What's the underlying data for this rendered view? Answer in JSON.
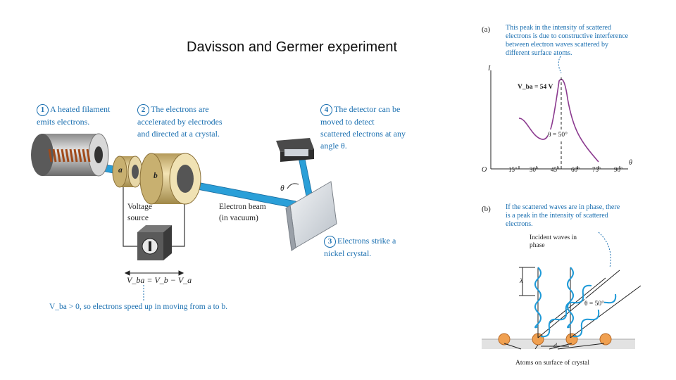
{
  "title": "Davisson and Germer experiment",
  "apparatus": {
    "step1": {
      "num": "1",
      "text": "A heated filament emits electrons."
    },
    "step2": {
      "num": "2",
      "text": "The electrons are accelerated by electrodes and directed at a crystal."
    },
    "step3": {
      "num": "3",
      "text": "Electrons strike a nickel crystal."
    },
    "step4": {
      "num": "4",
      "text": "The detector can be moved to detect scattered electrons at any angle θ."
    },
    "voltage_source": "Voltage source",
    "electron_beam": "Electron beam (in vacuum)",
    "electrode_a": "a",
    "electrode_b": "b",
    "theta": "θ",
    "equation": "V_ba = V_b − V_a",
    "footnote": "V_ba > 0, so electrons speed up in moving from a to b."
  },
  "panel_a": {
    "label": "(a)",
    "caption": "This peak in the intensity of scattered electrons is due to constructive interference between electron waves scattered by different surface atoms.",
    "y_axis": "I",
    "x_axis": "θ",
    "origin": "O",
    "voltage_label": "V_ba = 54 V",
    "peak_label": "θ = 50°",
    "x_ticks": [
      "15°",
      "30°",
      "45°",
      "60°",
      "75°",
      "90°"
    ]
  },
  "panel_b": {
    "label": "(b)",
    "caption": "If the scattered waves are in phase, there is a peak in the intensity of scattered electrons.",
    "incident": "Incident waves in phase",
    "lambda": "λ",
    "angle": "θ = 50°",
    "spacing": "d",
    "atoms": "Atoms on surface of crystal"
  },
  "colors": {
    "accent": "#1a6fb0",
    "curve": "#8b3a8f",
    "atom": "#f0a050",
    "beam": "#2a9fd8"
  }
}
